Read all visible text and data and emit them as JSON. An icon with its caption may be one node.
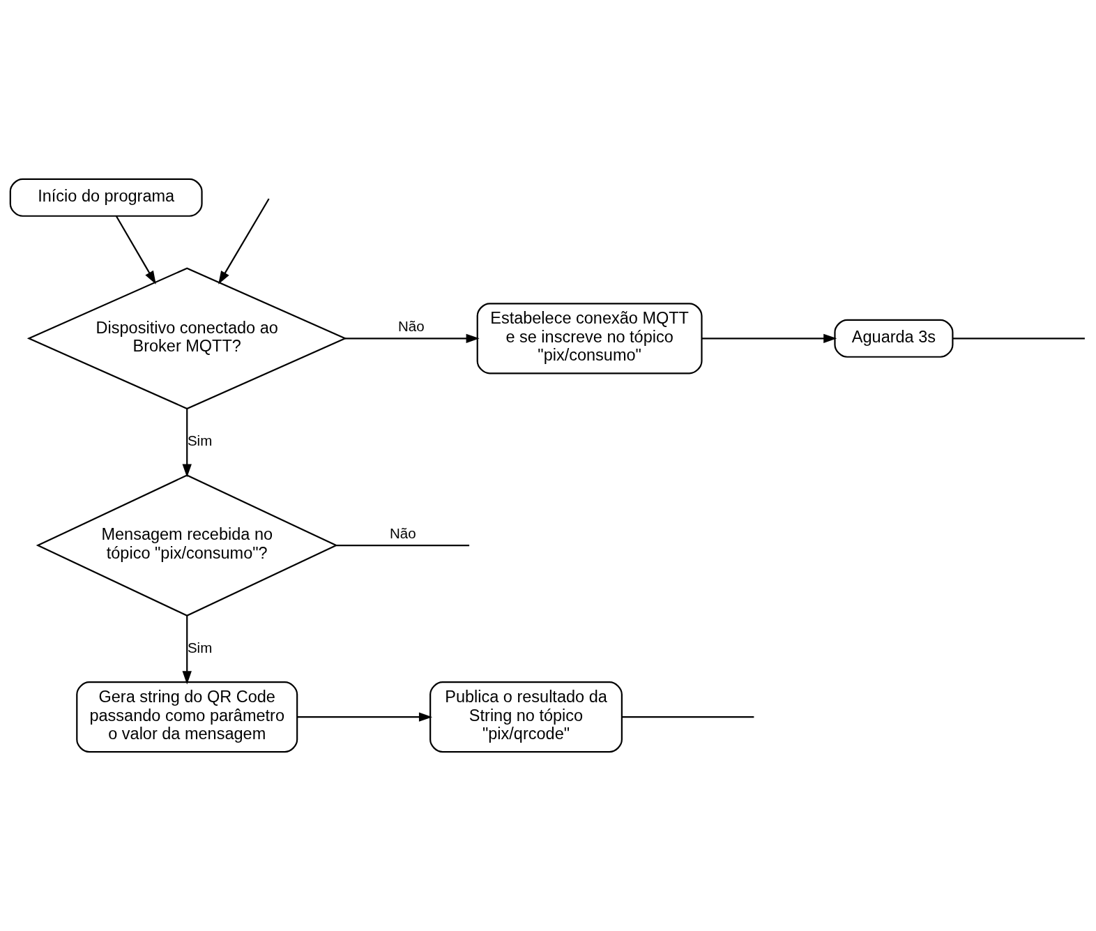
{
  "diagram": {
    "nodes": [
      {
        "text": [
          "Início do programa"
        ]
      },
      {
        "text": [
          "Dispositivo conectado ao Broker MQTT?"
        ]
      },
      {
        "text": [
          "Estabelece conexão MQTT e se inscreve no tópico \"pix/consumo\""
        ]
      },
      {
        "text": [
          "Aguarda 3s"
        ]
      },
      {
        "text": [
          "Mensagem recebida no tópico \"pix/consumo\"?"
        ]
      },
      {
        "text": [
          "Gera string do QR Code passando como parâmetro o valor da mensagem"
        ]
      },
      {
        "text": [
          "Publica o resultado da String no tópico \"pix/qrcode\""
        ]
      }
    ],
    "edges": [
      {
        "from": 0,
        "to": 1,
        "arrow": "to"
      },
      {
        "from": null,
        "to": 1,
        "arrow": "to"
      },
      {
        "from": 1,
        "to": 2,
        "label": "Não",
        "arrow": "to"
      },
      {
        "from": 2,
        "to": 3,
        "arrow": "to"
      },
      {
        "from": 3,
        "to": null,
        "arrow": "none"
      },
      {
        "from": 1,
        "to": 4,
        "label": "Sim",
        "arrow": "to"
      },
      {
        "from": 4,
        "to": null,
        "label": "Não",
        "arrow": "none"
      },
      {
        "from": 4,
        "to": 5,
        "label": "Sim",
        "arrow": "to"
      },
      {
        "from": 5,
        "to": 6,
        "arrow": "to"
      },
      {
        "from": 6,
        "to": null,
        "arrow": "none"
      }
    ]
  }
}
